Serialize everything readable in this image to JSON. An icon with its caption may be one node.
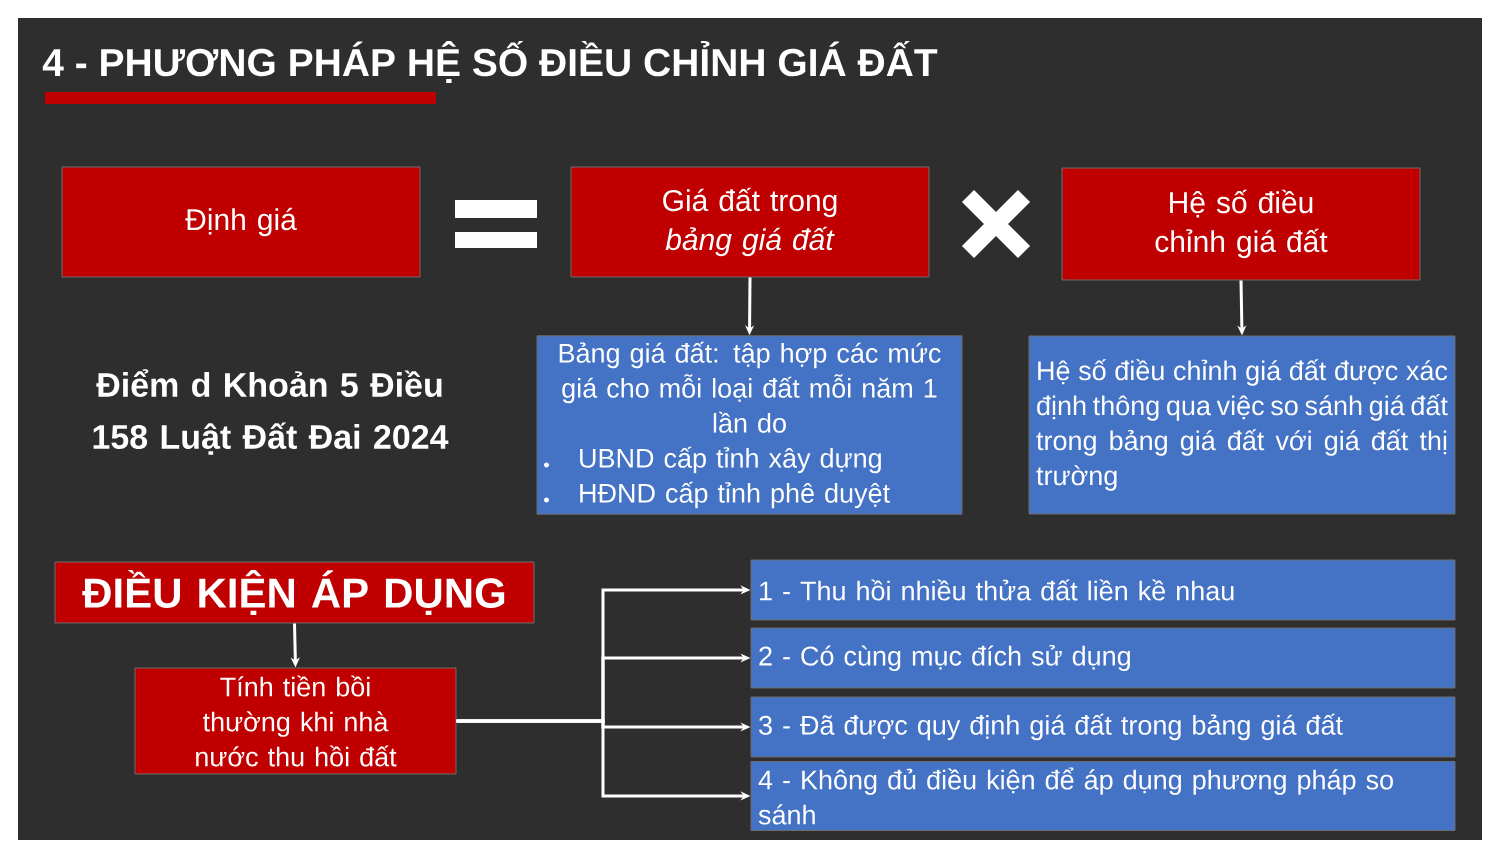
{
  "diagram": {
    "title": "4 -  PHƯƠNG PHÁP HỆ SỐ ĐIỀU CHỈNH GIÁ ĐẤT",
    "nodes": [
      {
        "text": [
          "Định giá"
        ]
      },
      {
        "text": [
          "Giá đất trong *bảng giá đất*"
        ]
      },
      {
        "text": [
          "Hệ số điều chỉnh giá đất"
        ]
      },
      {
        "text": [
          "Bảng giá đất: tập hợp các mức giá cho mỗi loại đất mỗi năm 1 lần do",
          "UBND cấp tỉnh xây dựng",
          "HĐND cấp tỉnh phê duyệt"
        ]
      },
      {
        "text": [
          "Hệ số điều chỉnh giá đất được xác định thông qua việc so sánh giá đất trong bảng giá đất với giá đất thị trường"
        ]
      },
      {
        "text": [
          "ĐIỀU KIỆN ÁP DỤNG"
        ]
      },
      {
        "text": [
          "Tính tiền bồi thường khi nhà nước thu hồi đất"
        ]
      },
      {
        "text": [
          "1 - Thu hồi nhiều thửa đất liền kề nhau"
        ]
      },
      {
        "text": [
          "2 - Có cùng mục đích sử dụng"
        ]
      },
      {
        "text": [
          "3 - Đã được quy định giá đất trong bảng giá đất"
        ]
      },
      {
        "text": [
          "4 - Không đủ điều kiện để áp dụng phương pháp so sánh"
        ]
      }
    ],
    "edges": [
      {
        "from": 1,
        "to": 3,
        "arrow": "to"
      },
      {
        "from": 2,
        "to": 4,
        "arrow": "to"
      },
      {
        "from": 5,
        "to": 6,
        "arrow": "to"
      },
      {
        "from": 6,
        "to": 7,
        "arrow": "to"
      },
      {
        "from": 6,
        "to": 8,
        "arrow": "to"
      },
      {
        "from": 6,
        "to": 9,
        "arrow": "to"
      },
      {
        "from": 6,
        "to": 10,
        "arrow": "to"
      }
    ],
    "labels": [
      "Điểm d Khoản 5 Điều 158 Luật Đất Đai 2024"
    ]
  }
}
